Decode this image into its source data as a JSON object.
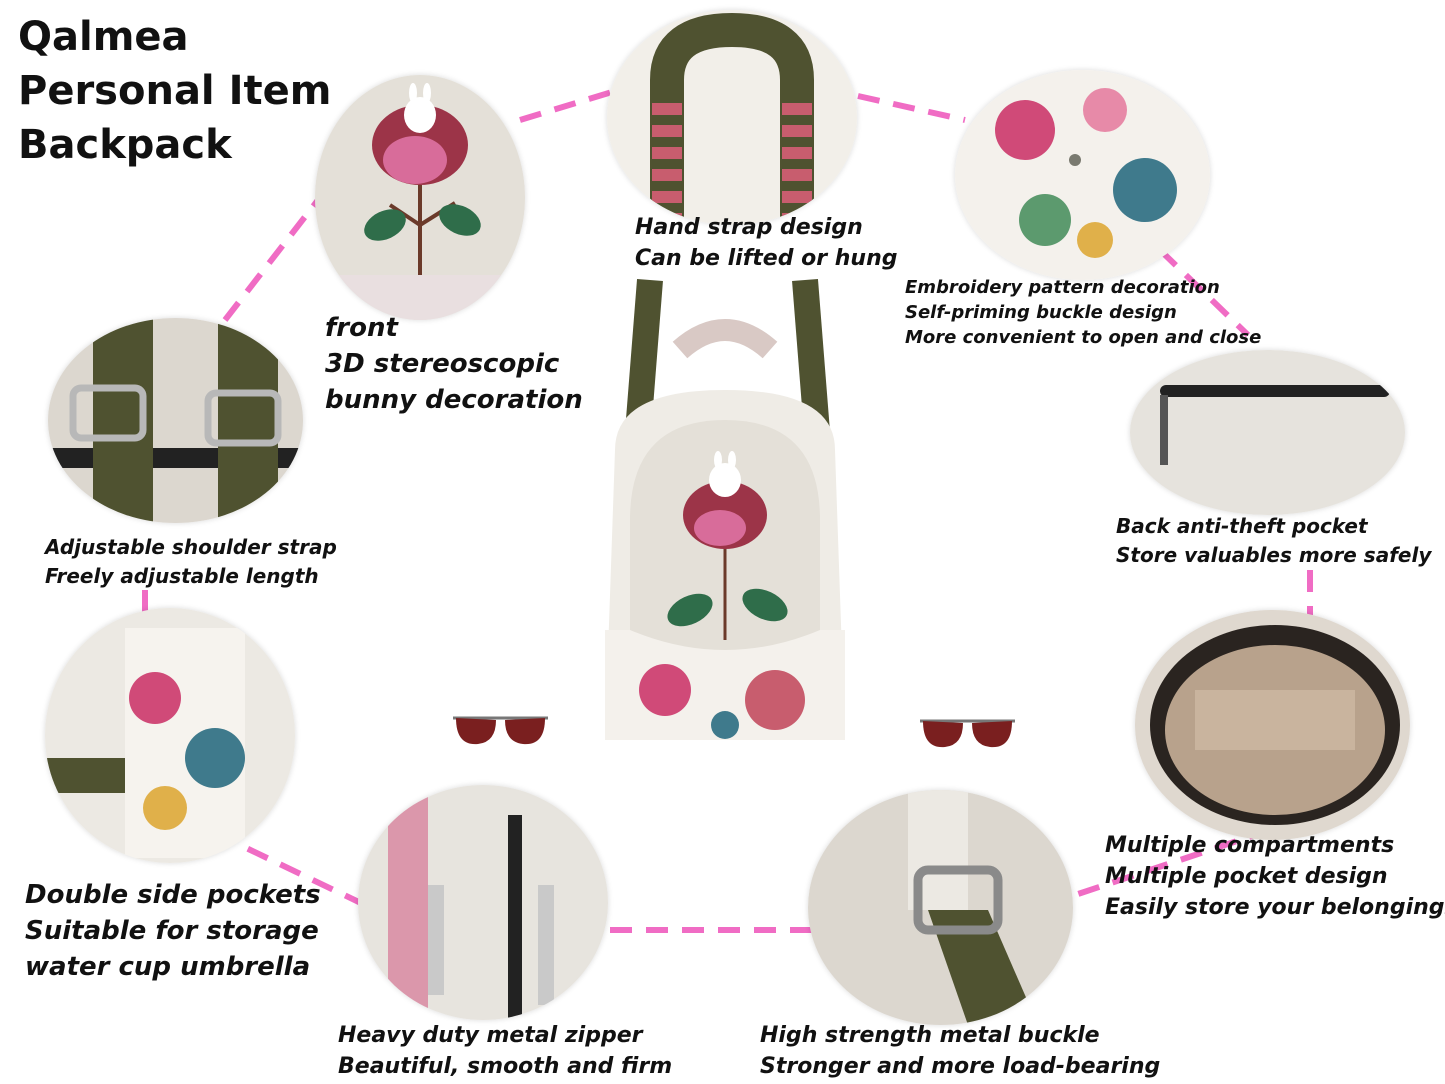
{
  "title": {
    "line1": "Qalmea",
    "line2": "Personal Item",
    "line3": "Backpack"
  },
  "colors": {
    "connector": "#f06cc4",
    "strap": "#4f5230",
    "linen": "#e4e0d8",
    "rose": "#9c3448",
    "leaf": "#2f6d4a"
  },
  "features": {
    "front": {
      "icon": "bunny-rose-icon",
      "lines": [
        "front",
        "3D stereoscopic",
        "bunny decoration"
      ]
    },
    "hand_strap": {
      "icon": "hand-strap-icon",
      "lines": [
        "Hand strap design",
        "Can be lifted or hung"
      ]
    },
    "embroidery": {
      "icon": "embroidery-icon",
      "lines": [
        "Embroidery pattern decoration",
        "Self-priming buckle design",
        "More convenient to open and close"
      ]
    },
    "shoulder": {
      "icon": "strap-buckle-icon",
      "lines": [
        "Adjustable shoulder strap",
        "Freely adjustable length"
      ]
    },
    "back_pocket": {
      "icon": "zipper-pocket-icon",
      "lines": [
        "Back anti-theft pocket",
        "Store valuables more safely"
      ]
    },
    "side_pockets": {
      "icon": "side-pocket-icon",
      "lines": [
        "Double side pockets",
        "Suitable for storage",
        "water cup umbrella"
      ]
    },
    "compartments": {
      "icon": "open-bag-icon",
      "lines": [
        "Multiple compartments",
        "Multiple pocket design",
        "Easily store your belongings"
      ]
    },
    "zipper": {
      "icon": "zipper-pull-icon",
      "lines": [
        "Heavy duty metal zipper",
        "Beautiful, smooth and firm"
      ]
    },
    "buckle": {
      "icon": "metal-buckle-icon",
      "lines": [
        "High strength metal buckle",
        "Stronger and more load-bearing"
      ]
    }
  }
}
